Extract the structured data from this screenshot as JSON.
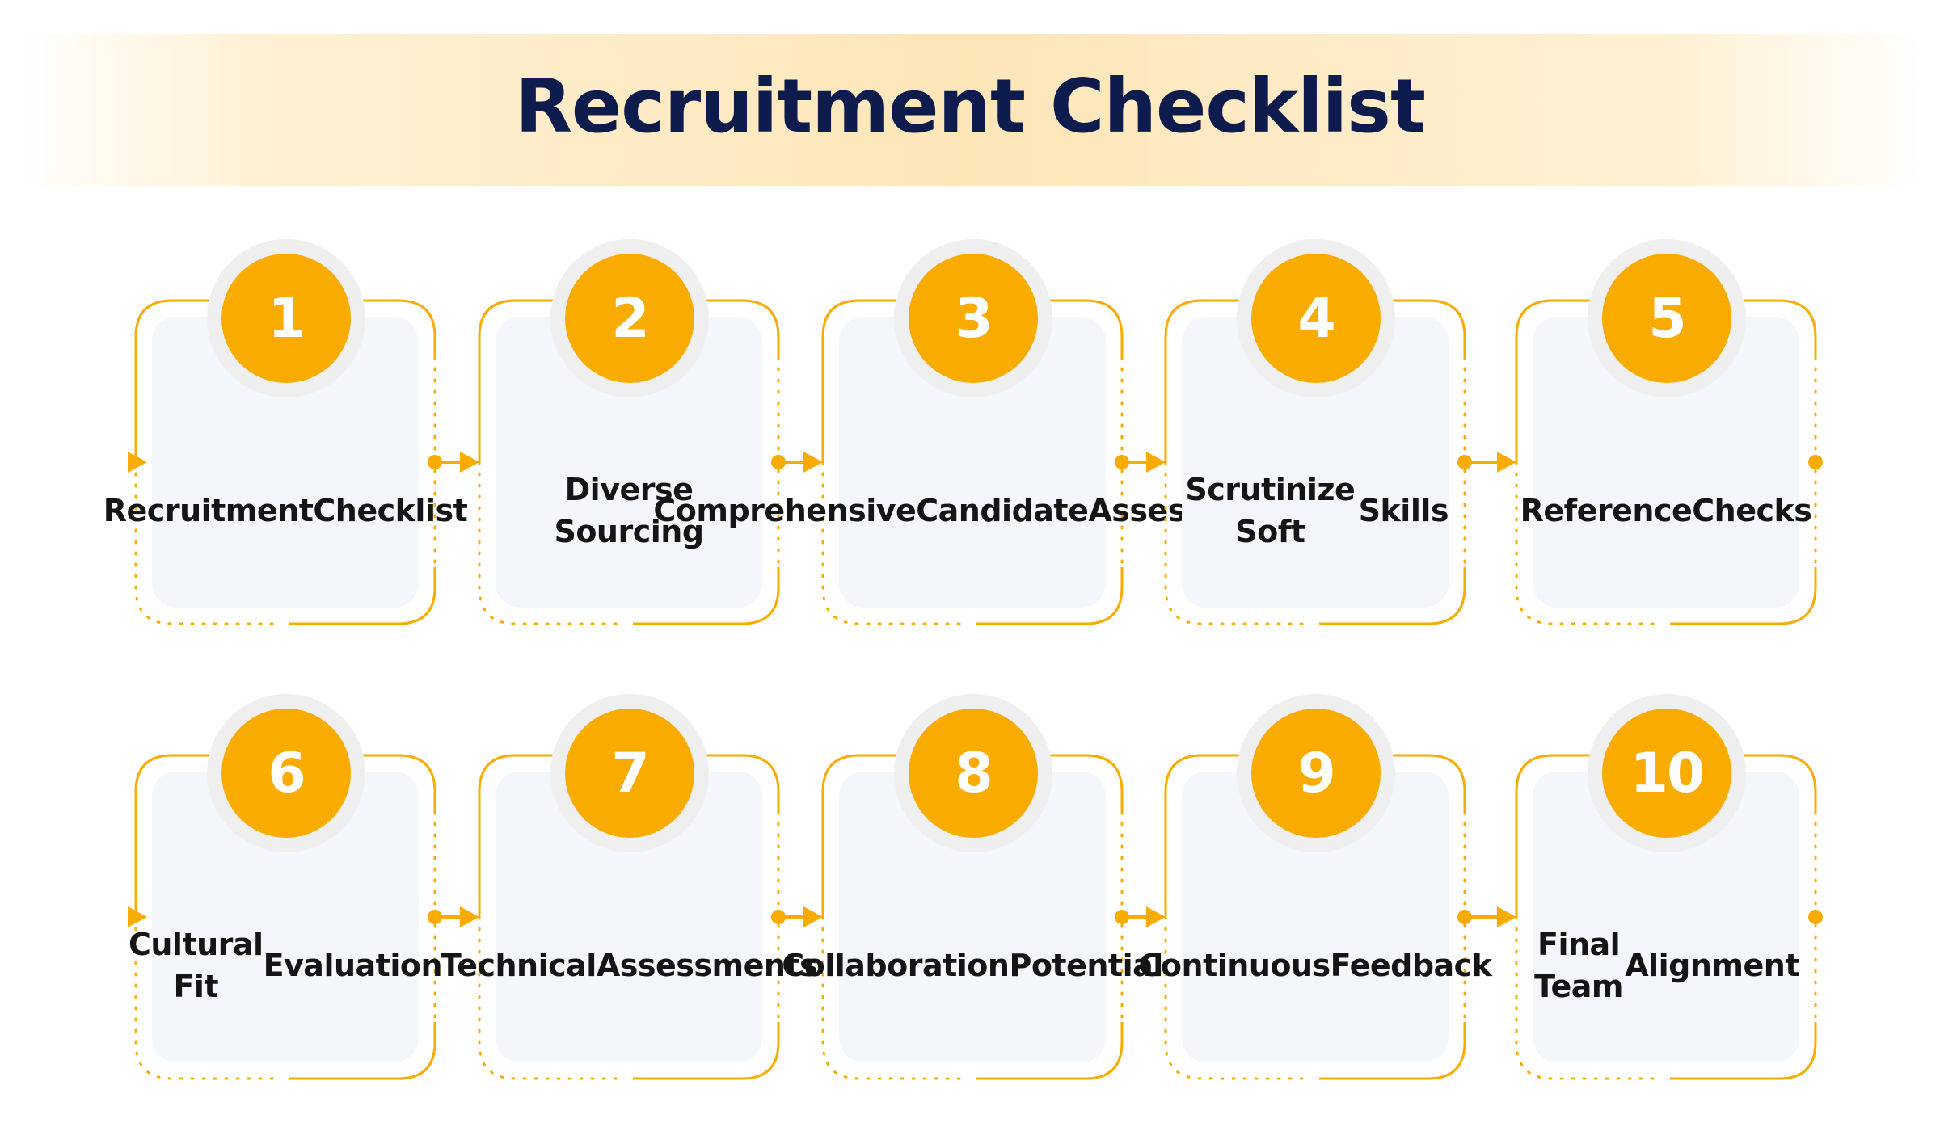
{
  "title": "Recruitment Checklist",
  "colors": {
    "accent": "#f9ab00",
    "title": "#0e1b4d",
    "card_fill": "#f3f7fc",
    "badge_ring": "#efefef"
  },
  "steps": [
    {
      "number": "1",
      "label": "Recruitment Checklist"
    },
    {
      "number": "2",
      "label": "Diverse Sourcing"
    },
    {
      "number": "3",
      "label": "Comprehensive Candidate Assessment"
    },
    {
      "number": "4",
      "label": "Scrutinize Soft Skills"
    },
    {
      "number": "5",
      "label": "Reference Checks"
    },
    {
      "number": "6",
      "label": "Cultural Fit Evaluation"
    },
    {
      "number": "7",
      "label": "Technical Assessments"
    },
    {
      "number": "8",
      "label": "Collaboration Potential"
    },
    {
      "number": "9",
      "label": "Continuous Feedback"
    },
    {
      "number": "10",
      "label": "Final Team Alignment"
    }
  ]
}
